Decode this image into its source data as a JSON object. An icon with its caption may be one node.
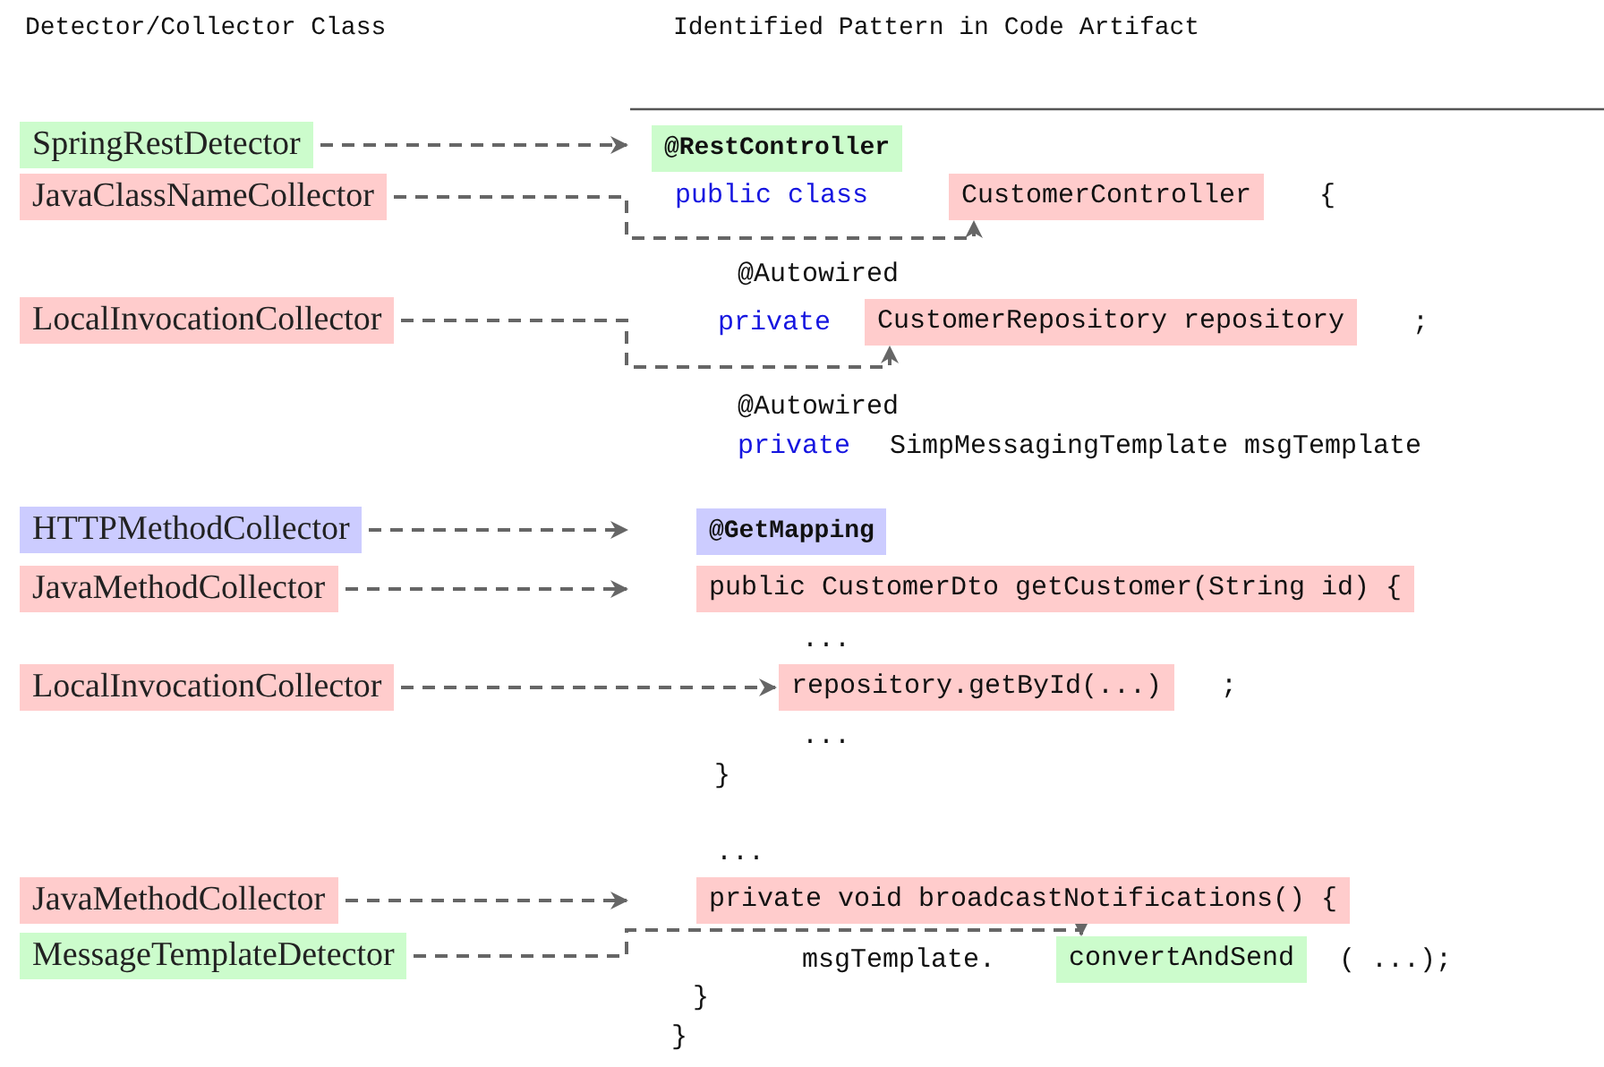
{
  "diagram": {
    "nodes": [
      {
        "text": [
          "SpringRestDetector"
        ]
      },
      {
        "text": [
          "JavaClassNameCollector"
        ]
      },
      {
        "text": [
          "LocalInvocationCollector"
        ]
      },
      {
        "text": [
          "HTTPMethodCollector"
        ]
      },
      {
        "text": [
          "JavaMethodCollector"
        ]
      },
      {
        "text": [
          "LocalInvocationCollector"
        ]
      },
      {
        "text": [
          "JavaMethodCollector"
        ]
      },
      {
        "text": [
          "MessageTemplateDetector"
        ]
      },
      {
        "text": [
          "@RestController"
        ]
      },
      {
        "text": [
          "CustomerController"
        ]
      },
      {
        "text": [
          "CustomerRepository repository"
        ]
      },
      {
        "text": [
          "@GetMapping"
        ]
      },
      {
        "text": [
          "public CustomerDto getCustomer(String id) {"
        ]
      },
      {
        "text": [
          "repository.getById(...)"
        ]
      },
      {
        "text": [
          "private void broadcastNotifications() {"
        ]
      },
      {
        "text": [
          "convertAndSend"
        ]
      }
    ],
    "edges": [
      {
        "from": 0,
        "to": 8,
        "arrow": "to",
        "style": "dashed"
      },
      {
        "from": 1,
        "to": 9,
        "arrow": "to",
        "style": "dashed"
      },
      {
        "from": 2,
        "to": 10,
        "arrow": "to",
        "style": "dashed"
      },
      {
        "from": 3,
        "to": 11,
        "arrow": "to",
        "style": "dashed"
      },
      {
        "from": 4,
        "to": 12,
        "arrow": "to",
        "style": "dashed"
      },
      {
        "from": 5,
        "to": 13,
        "arrow": "to",
        "style": "dashed"
      },
      {
        "from": 6,
        "to": 14,
        "arrow": "to",
        "style": "dashed"
      },
      {
        "from": 7,
        "to": 15,
        "arrow": "to",
        "style": "dashed"
      }
    ],
    "labels": [
      "Detector/Collector Class",
      "Identified Pattern in Code Artifact",
      "public class",
      "{",
      "@Autowired",
      "private",
      ";",
      "@Autowired",
      "private",
      "SimpMessagingTemplate msgTemplate",
      "...",
      ";",
      "...",
      "}",
      "...",
      "msgTemplate.",
      "( ...);",
      "}",
      "}"
    ]
  }
}
